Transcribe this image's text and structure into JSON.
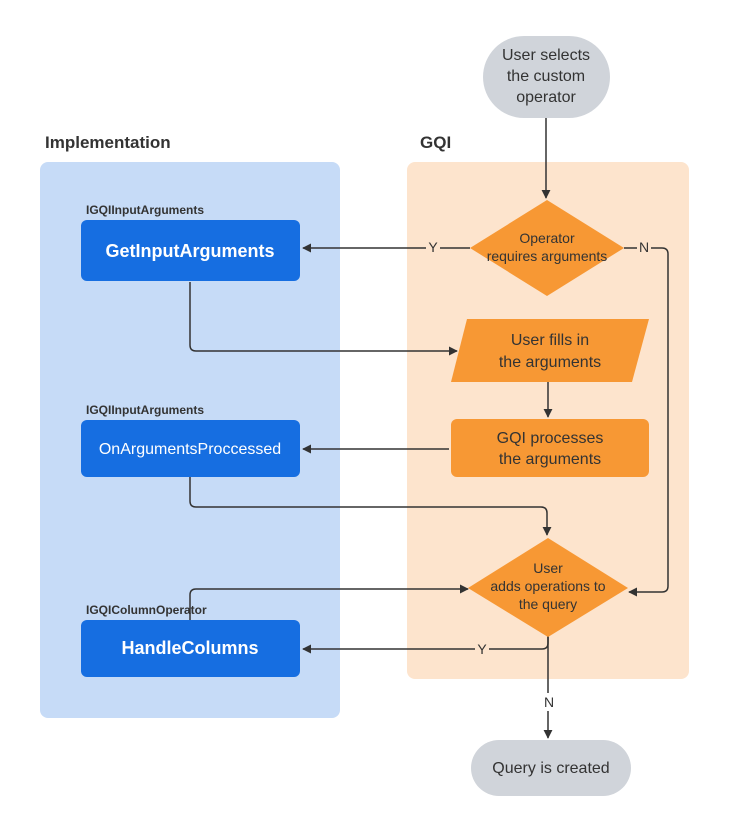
{
  "colors": {
    "implementation_lane": "#c6dbf7",
    "gqi_lane": "#fde4cd",
    "implementation_box": "#166ee1",
    "gqi_step": "#f79834",
    "terminal": "#d0d4da",
    "edge": "#333333"
  },
  "lanes": {
    "implementation": "Implementation",
    "gqi": "GQI"
  },
  "terminals": {
    "start": [
      "User selects",
      "the custom",
      "operator"
    ],
    "end": [
      "Query is created"
    ]
  },
  "decisions": {
    "requires_arguments": [
      "Operator",
      "requires arguments"
    ],
    "adds_operations": [
      "User",
      "adds operations to",
      "the query"
    ]
  },
  "steps": {
    "fill_arguments": [
      "User fills in",
      "the arguments"
    ],
    "process_arguments": [
      "GQI processes",
      "the arguments"
    ]
  },
  "implementation": {
    "get_input_arguments": {
      "interface": "IGQIInputArguments",
      "label": "GetInputArguments"
    },
    "on_arguments_processed": {
      "interface": "IGQIInputArguments",
      "label": "OnArgumentsProccessed"
    },
    "handle_columns": {
      "interface": "IGQIColumnOperator",
      "label": "HandleColumns"
    }
  },
  "edge_labels": {
    "requires_yes": "Y",
    "requires_no": "N",
    "operations_yes": "Y",
    "operations_no": "N"
  }
}
